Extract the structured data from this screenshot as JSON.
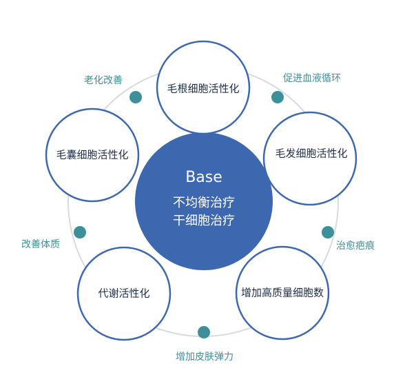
{
  "center": {
    "title": "Base",
    "line1": "不均衡治疗",
    "line2": "干细胞治疗"
  },
  "nodes": [
    {
      "label": "毛根细胞活性化"
    },
    {
      "label": "毛发细胞活性化"
    },
    {
      "label": "增加高质量细胞数"
    },
    {
      "label": "代谢活性化"
    },
    {
      "label": "毛囊细胞活性化"
    }
  ],
  "benefits": [
    {
      "label": "促进血液循环"
    },
    {
      "label": "治愈疤痕"
    },
    {
      "label": "增加皮肤弹力"
    },
    {
      "label": "改善体质"
    },
    {
      "label": "老化改善"
    }
  ],
  "colors": {
    "center_fill": "#3d68b0",
    "ring_stroke": "#d6dbe3",
    "node_stroke": "#3d68b0",
    "dot_fill": "#3d8f9a",
    "benefit_text": "#3d8f9a",
    "node_text": "#1f2f4a"
  }
}
